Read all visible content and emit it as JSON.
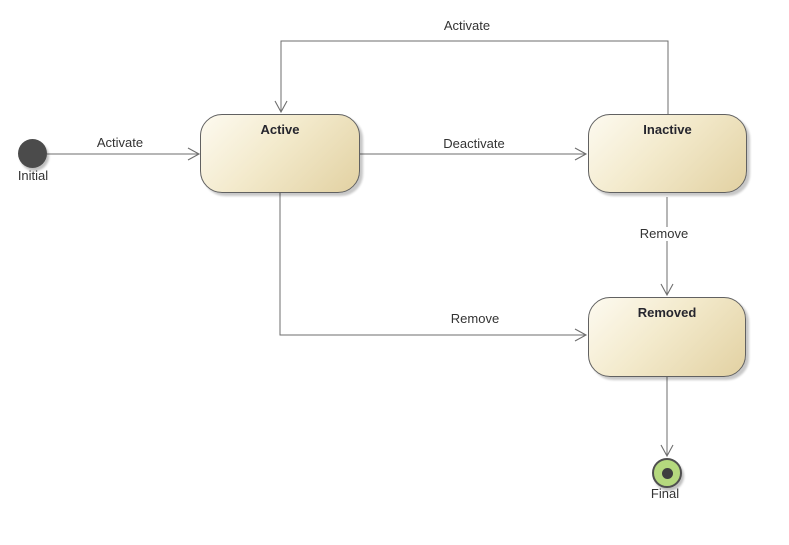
{
  "diagram": {
    "type": "uml-state-machine",
    "states": {
      "initial": {
        "label": "Initial"
      },
      "active": {
        "label": "Active"
      },
      "inactive": {
        "label": "Inactive"
      },
      "removed": {
        "label": "Removed"
      },
      "final": {
        "label": "Final"
      }
    },
    "transitions": [
      {
        "from": "Initial",
        "to": "Active",
        "label": "Activate"
      },
      {
        "from": "Active",
        "to": "Inactive",
        "label": "Deactivate"
      },
      {
        "from": "Inactive",
        "to": "Active",
        "label": "Activate"
      },
      {
        "from": "Inactive",
        "to": "Removed",
        "label": "Remove"
      },
      {
        "from": "Active",
        "to": "Removed",
        "label": "Remove"
      },
      {
        "from": "Removed",
        "to": "Final",
        "label": ""
      }
    ],
    "colors": {
      "background": "#ffffff",
      "state_fill_top": "#fdfaf0",
      "state_fill_bottom": "#e2d1a2",
      "state_border": "#616161",
      "state_title_text": "#26262e",
      "edge_line": "#6e6e6e",
      "edge_label_text": "#333333",
      "initial_fill": "#4b4b4b",
      "final_fill": "#b5d97e",
      "final_dot": "#3f3f3f"
    }
  }
}
